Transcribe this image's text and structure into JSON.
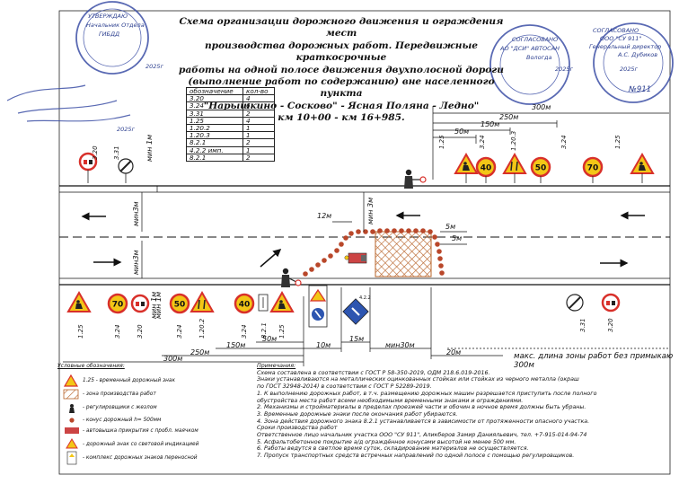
{
  "title": {
    "lines": [
      "Схема организации дорожного движения и ограждения мест",
      "производства дорожных работ. Передвижные краткосрочные",
      "работы на одной полосе движения двухполосной дороги",
      "(выполнение работ по содержанию) вне населенного пункта",
      "\"Нарышкино - Сосково\" - Ясная Поляна - Ледно\"",
      "км 10+00 - км 16+985."
    ]
  },
  "sign_table": {
    "headers": [
      "обозначение",
      "кол-во"
    ],
    "rows": [
      [
        "3.20",
        "4"
      ],
      [
        "3.24",
        "6"
      ],
      [
        "3.31",
        "2"
      ],
      [
        "1.25",
        "4"
      ],
      [
        "1.20.2",
        "1"
      ],
      [
        "1.20.3",
        "1"
      ],
      [
        "8.2.1",
        "2"
      ],
      [
        "4.2.2  имп.",
        "1"
      ],
      [
        "8.2.1",
        "2"
      ]
    ]
  },
  "dimensions": {
    "top": [
      "300м",
      "250м",
      "150м",
      "50м"
    ],
    "bottom": [
      "300м",
      "250м",
      "150м",
      "50м",
      "10м",
      "15м",
      "мин30м",
      "20м"
    ],
    "lane": [
      "12м",
      "5м",
      "5м"
    ],
    "min_labels": [
      "мин 1м",
      "мин3м",
      "мин3м",
      "мин 1м",
      "мин 1м",
      "мин 3м"
    ],
    "zone_note": "макс. длина зоны работ без примыкаю 300м"
  },
  "sign_labels": {
    "top": [
      "3.20",
      "3.31",
      "1.25",
      "3.24",
      "1.20.3",
      "3.24",
      "1.25"
    ],
    "bottom": [
      "1.25",
      "3.24",
      "3.20",
      "3.24",
      "1.20.2",
      "3.24",
      "8.2.1",
      "1.25",
      "3.31",
      "3.20"
    ],
    "bottom_extra": [
      "4.2.2"
    ]
  },
  "sign_values": {
    "speed_40": "40",
    "speed_50": "50",
    "speed_70": "70"
  },
  "legend": {
    "title": "Условные обозначения:",
    "items": [
      "1.25 - временный дорожный знак",
      "- зона производства работ",
      "- регулировщики с жезлом",
      "- конус дорожный h= 500мм",
      "- автовышка прикрытия с пробл. маячком",
      "- дорожный знак со световой индикацией",
      "- комплекс дорожных знаков переносной"
    ]
  },
  "notes": {
    "title": "Примечания:",
    "lines": [
      "Схема составлена в соответствии с ГОСТ Р 58-350-2019, ОДМ 218.6.019-2016.",
      "Знаки устанавливаются на металлических оцинкованных стойках или стойках из черного металла (окраш",
      "по ГОСТ 32948-2014) в соответствии с ГОСТ Р 52289-2019.",
      "1. К выполнению дорожных работ, в т.ч. размещению дорожных машин разрешается приступить после полного",
      "обустройства места работ всеми необходимыми временными знаками и ограждениями.",
      "2. Механизмы и стройматериалы в пределах проезжей части и обочин в ночное время должны быть убраны.",
      "3. Временные дорожные знаки после окончания работ убираются.",
      "4. Зона действия дорожного знака 8.2.1 устанавливается в зависимости от протяженности опасного участка.",
      "Сроки производства работ",
      "Ответственное лицо начальник участка ООО \"СУ 911\", Аликберов Замир Данияльевич, тел. +7-915-014-94-74",
      "5. Асфальтобетонное покрытие а/д ограждённое конусами высотой не менее 500 мм.",
      "6. Работы ведутся в светлое время суток, складирование материалов не осуществляется.",
      "7. Пропуск транспортных средств встречных направлений по одной полосе с помощью регулировщиков."
    ]
  },
  "stamps": {
    "left": [
      "УТВЕРЖДАЮ",
      "Начальник Отдела",
      "ГИБДД"
    ],
    "center": [
      "СОГЛАСОВАНО",
      "АО \"ДСИ\" АВТОСАН",
      "Вологда",
      "2025г"
    ],
    "right": [
      "СОГЛАСОВАНО",
      "ООО \"СУ 911\"",
      "Генеральный директор",
      "А.С. Дубиков",
      "2025г",
      "№911"
    ],
    "dates": [
      "2025г",
      "2025г",
      "2025г"
    ]
  },
  "colors": {
    "sign_yellow": "#f3c616",
    "sign_red": "#d8302a",
    "sign_blue": "#2d55b0",
    "stamp_blue": "#3d50a6",
    "work_zone": "#b8642a",
    "cone": "#b9472a"
  }
}
